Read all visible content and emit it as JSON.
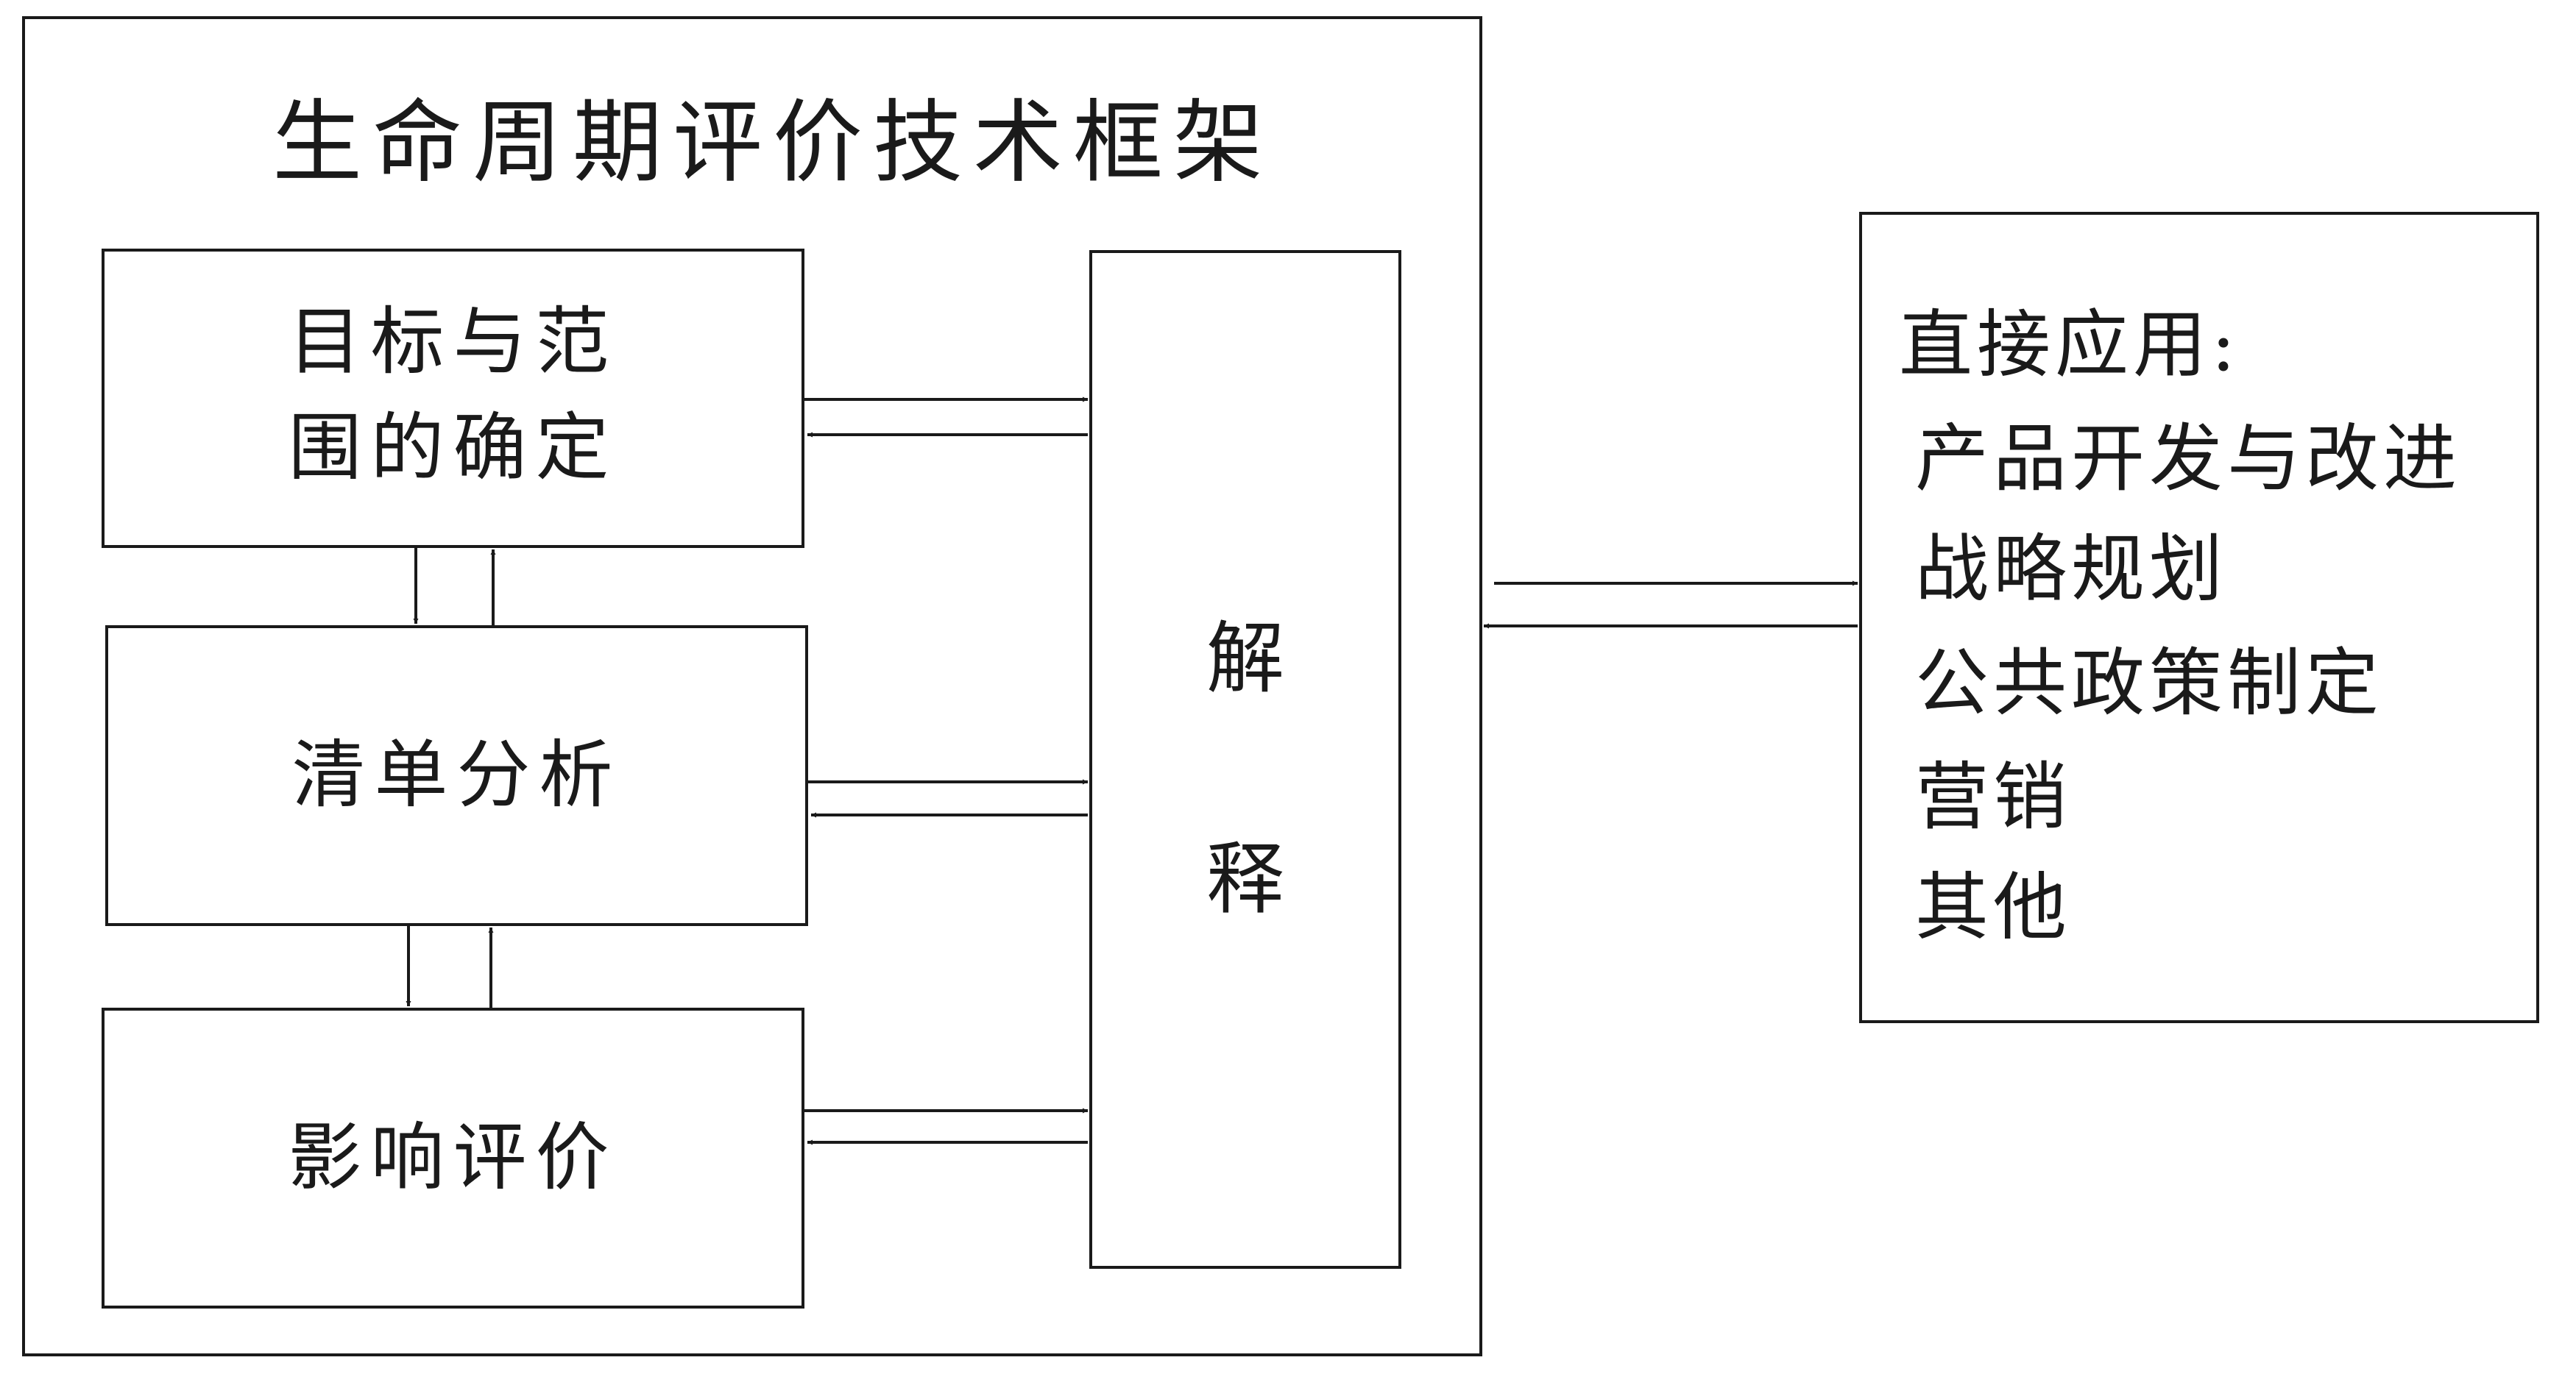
{
  "framework": {
    "title": "生命周期评价技术框架",
    "goal_scope": [
      "目标与范",
      "围的确定"
    ],
    "inventory": "清单分析",
    "impact": "影响评价",
    "interpretation": [
      "解",
      "释"
    ]
  },
  "applications": {
    "title": "直接应用:",
    "items": [
      "产品开发与改进",
      "战略规划",
      "公共政策制定",
      "营销",
      "其他"
    ]
  }
}
